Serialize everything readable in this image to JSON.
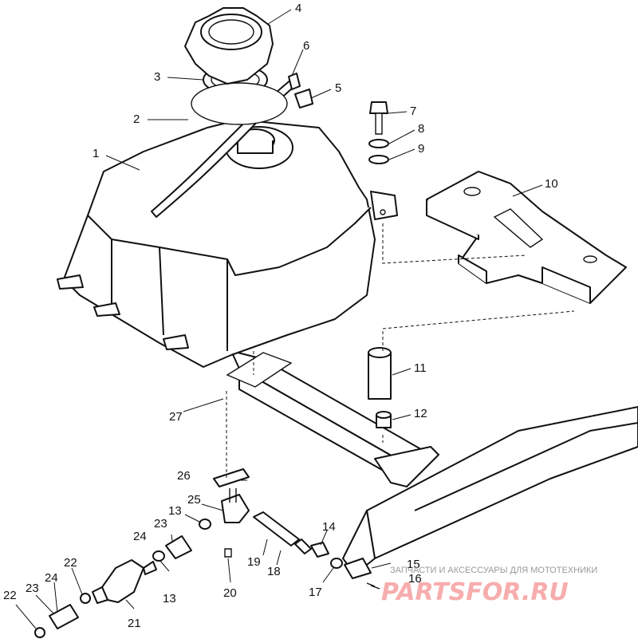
{
  "diagram": {
    "callouts": [
      "1",
      "2",
      "3",
      "4",
      "5",
      "6",
      "7",
      "8",
      "9",
      "10",
      "11",
      "12",
      "13",
      "13",
      "14",
      "15",
      "16",
      "17",
      "18",
      "19",
      "20",
      "21",
      "22",
      "22",
      "23",
      "23",
      "24",
      "24",
      "25",
      "26",
      "27"
    ]
  },
  "watermark": {
    "caption": "ЗАПЧАСТИ И АКСЕССУАРЫ ДЛЯ МОТОТЕХНИКИ",
    "logo": "PARTSFOR.RU"
  }
}
